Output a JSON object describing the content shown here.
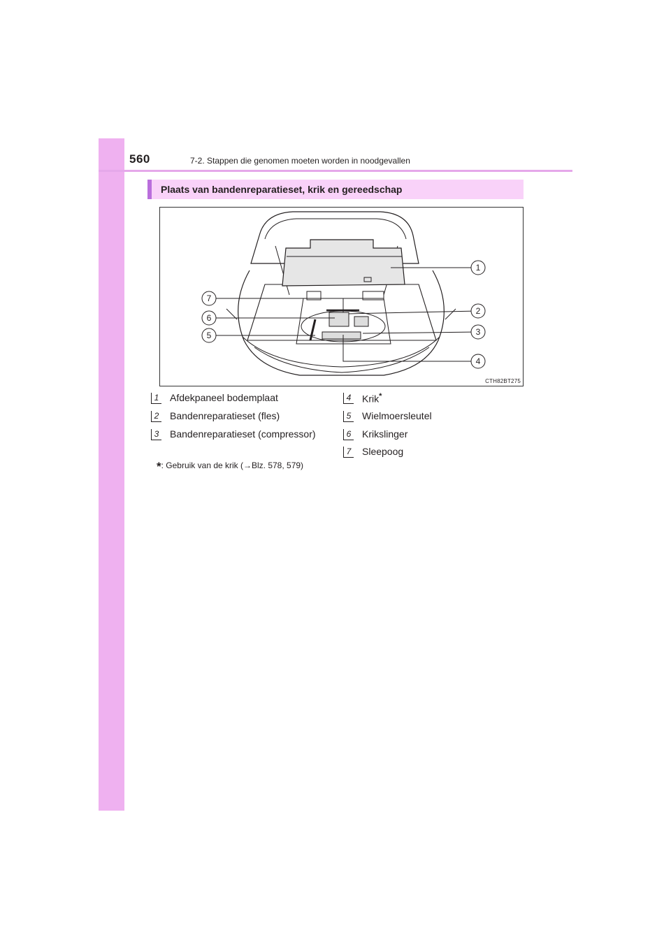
{
  "header": {
    "page_number": "560",
    "section_title": "7-2. Stappen die genomen moeten worden in noodgevallen"
  },
  "box_heading": "Plaats van bandenreparatieset, krik en gereedschap",
  "figure": {
    "code": "CTH82BT275",
    "callouts": [
      "1",
      "2",
      "3",
      "4",
      "5",
      "6",
      "7"
    ]
  },
  "legend": [
    {
      "num": "1",
      "label": "Afdekpaneel bodemplaat"
    },
    {
      "num": "2",
      "label": "Bandenreparatieset (fles)"
    },
    {
      "num": "3",
      "label": "Bandenreparatieset (compressor)"
    },
    {
      "num": "4",
      "label": "Krik",
      "marker": "*"
    },
    {
      "num": "5",
      "label": "Wielmoersleutel"
    },
    {
      "num": "6",
      "label": "Krikslinger"
    },
    {
      "num": "7",
      "label": "Sleepoog"
    }
  ],
  "footnote": {
    "marker": "*",
    "text": ": Gebruik van de krik (→Blz. 578, 579)"
  },
  "colors": {
    "side_tab": "#efb1f0",
    "header_rule": "#e5a8ea",
    "heading_bg": "#f9d2f9",
    "heading_bar": "#ba6edc"
  }
}
